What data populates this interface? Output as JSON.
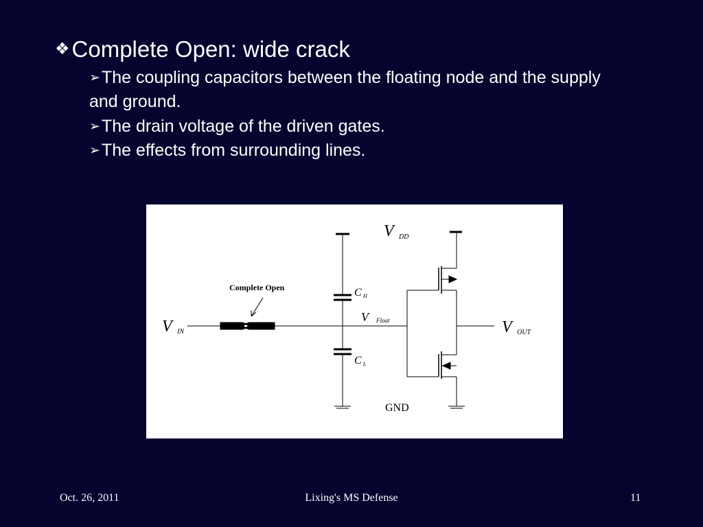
{
  "slide": {
    "title_marker": "❖",
    "title": "Complete Open: wide crack",
    "sub_marker": "➢",
    "bullets": [
      "The coupling capacitors between the floating node and the supply and ground.",
      "The drain voltage of the driven gates.",
      "The effects from surrounding lines."
    ]
  },
  "figure": {
    "labels": {
      "vdd_v": "V",
      "vdd_sub": "DD",
      "complete_open": "Complete Open",
      "vin_v": "V",
      "vin_sub": "IN",
      "ch_c": "C",
      "ch_sub": "H",
      "cl_c": "C",
      "cl_sub": "L",
      "vfloat_v": "V",
      "vfloat_sub": "Float",
      "vout_v": "V",
      "vout_sub": "OUT",
      "gnd": "GND"
    }
  },
  "footer": {
    "date": "Oct. 26, 2011",
    "title": "Lixing's MS Defense",
    "page": "11"
  }
}
